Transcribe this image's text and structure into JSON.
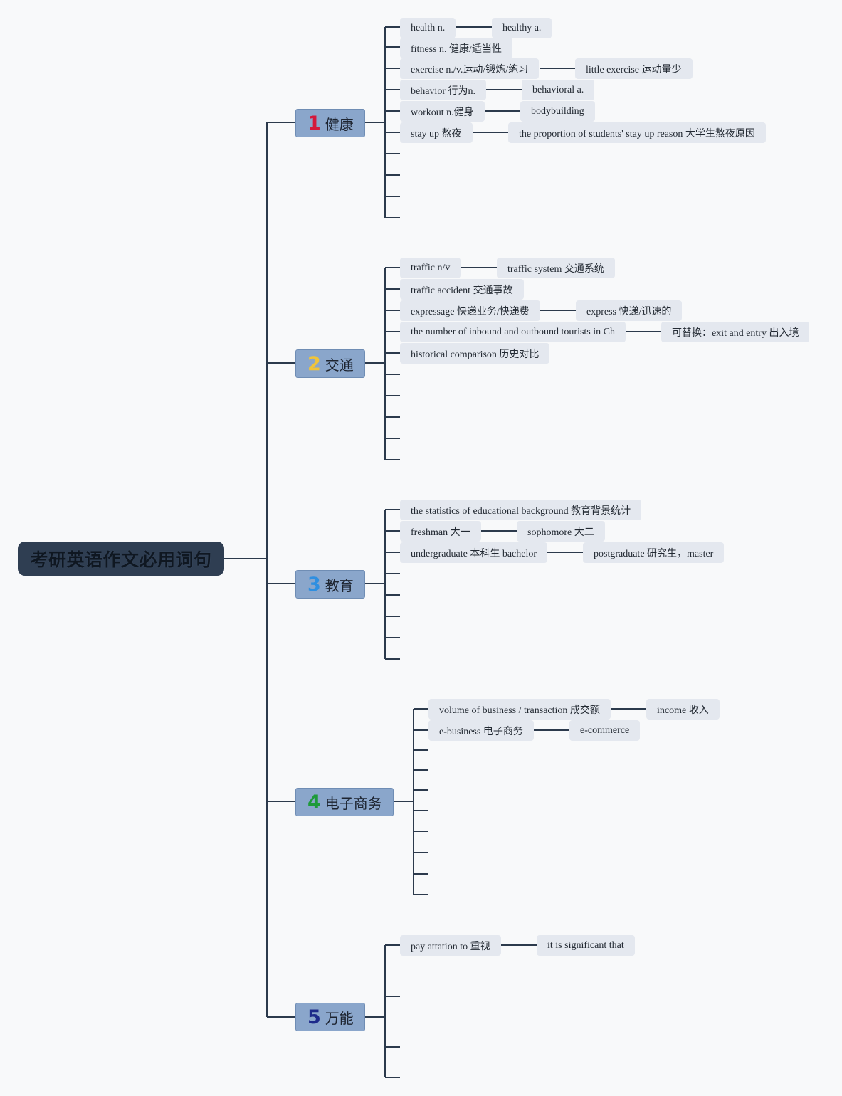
{
  "root": {
    "title": "考研英语作文必用词句"
  },
  "branches": [
    {
      "number": "1",
      "label": "健康",
      "number_color": "#d4183b",
      "items": [
        {
          "text": "health n.",
          "child": "healthy a."
        },
        {
          "text": "fitness n. 健康/适当性"
        },
        {
          "text": "exercise n./v.运动/锻炼/练习",
          "child": "little exercise 运动量少"
        },
        {
          "text": "behavior 行为n.",
          "child": "behavioral a."
        },
        {
          "text": "workout n.健身",
          "child": "bodybuilding"
        },
        {
          "text": "stay up 熬夜",
          "child": "the proportion of students' stay up reason 大学生熬夜原因"
        }
      ]
    },
    {
      "number": "2",
      "label": "交通",
      "number_color": "#f0c43a",
      "items": [
        {
          "text": "traffic n/v",
          "child": "traffic system 交通系统"
        },
        {
          "text": "traffic accident 交通事故"
        },
        {
          "text": "expressage 快递业务/快递费",
          "child": "express 快递/迅速的"
        },
        {
          "text": "the number of inbound and outbound tourists in Ch",
          "child": "可替换：exit and entry 出入境"
        },
        {
          "text": "historical comparison 历史对比"
        }
      ]
    },
    {
      "number": "3",
      "label": "教育",
      "number_color": "#2f8fe0",
      "items": [
        {
          "text": "the statistics of educational background 教育背景统计"
        },
        {
          "text": "freshman 大一",
          "child": "sophomore 大二"
        },
        {
          "text": "undergraduate 本科生 bachelor",
          "child": "postgraduate 研究生，master"
        }
      ]
    },
    {
      "number": "4",
      "label": "电子商务",
      "number_color": "#1e9a3a",
      "items": [
        {
          "text": "volume of business / transaction 成交额",
          "child": "income 收入"
        },
        {
          "text": "e-business 电子商务",
          "child": "e-commerce"
        }
      ]
    },
    {
      "number": "5",
      "label": "万能",
      "number_color": "#1d2a8a",
      "items": [
        {
          "text": "pay attation to 重视",
          "child": "it is significant that"
        }
      ]
    }
  ]
}
